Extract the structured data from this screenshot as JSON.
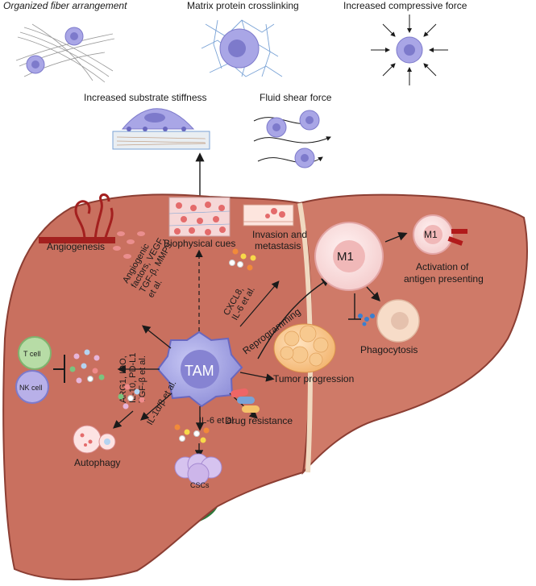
{
  "top": {
    "fiber": "Organized fiber arrangement",
    "matrix": "Matrix protein crosslinking",
    "compressive": "Increased compressive force",
    "stiffness": "Increased substrate stiffness",
    "shear": "Fluid shear force"
  },
  "center": {
    "tam": "TAM",
    "biophysical": "Biophysical cues"
  },
  "outcomes": {
    "angiogenesis": "Angiogenesis",
    "invasion_1": "Invasion and",
    "invasion_2": "metastasis",
    "tumor_progression": "Tumor progression",
    "drug_resistance": "Drug resistance",
    "autophagy": "Autophagy",
    "cscs": "CSCs",
    "reprogramming": "Reprogramming"
  },
  "cells": {
    "t_cell": "T cell",
    "nk_cell": "NK cell",
    "m1_main": "M1",
    "m1_small": "M1"
  },
  "factors": {
    "angio_1": "Angiogenic",
    "angio_2": "factors, VEGF,",
    "angio_3": "TGF-β, MMPs",
    "angio_4": "et al.",
    "immune_1": "ARG1, IDO,",
    "immune_2": "IL-10, PD-L1",
    "immune_3": "TGF-β et al.",
    "cxcl_1": "CXCL8,",
    "cxcl_2": "IL-6 et al.",
    "il1": "IL-1α/β et al.",
    "il6": "IL-6 et al."
  },
  "m1_effects": {
    "activation_1": "Activation of",
    "activation_2": "antigen presenting",
    "phagocytosis": "Phagocytosis"
  },
  "colors": {
    "liver": "#c9705f",
    "liver_edge": "#8c3e33",
    "tam": "#9f9fe0",
    "gallbladder": "#2e7a3c",
    "tumor": "#f6c48a"
  }
}
